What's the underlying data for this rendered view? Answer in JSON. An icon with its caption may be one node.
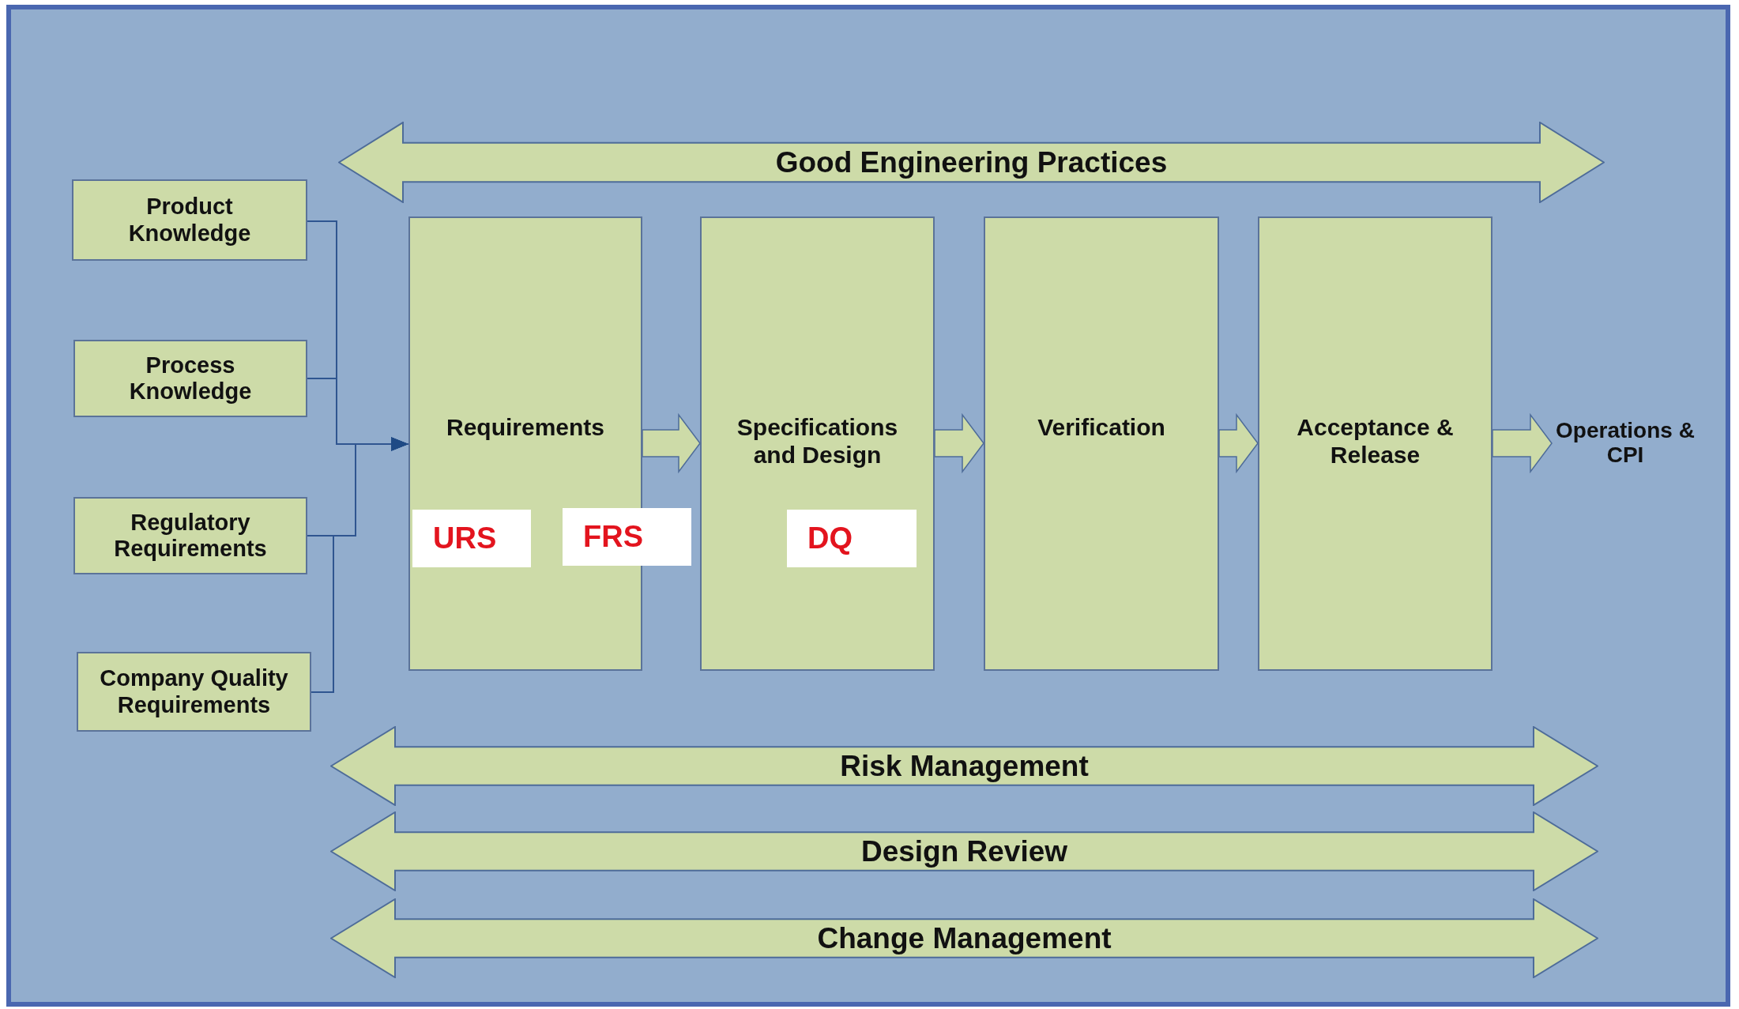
{
  "diagram": {
    "nodes": [
      {
        "text": [
          "Good Engineering Practices"
        ]
      },
      {
        "text": [
          "Product Knowledge"
        ]
      },
      {
        "text": [
          "Process Knowledge"
        ]
      },
      {
        "text": [
          "Regulatory Requirements"
        ]
      },
      {
        "text": [
          "Company Quality Requirements"
        ]
      },
      {
        "text": [
          "Requirements"
        ]
      },
      {
        "text": [
          "URS"
        ],
        "in": 5
      },
      {
        "text": [
          "FRS"
        ]
      },
      {
        "text": [
          "Specifications and Design"
        ]
      },
      {
        "text": [
          "DQ"
        ],
        "in": 8
      },
      {
        "text": [
          "Verification"
        ]
      },
      {
        "text": [
          "Acceptance & Release"
        ]
      },
      {
        "text": [
          "Operations & CPI"
        ]
      },
      {
        "text": [
          "Risk Management"
        ]
      },
      {
        "text": [
          "Design Review"
        ]
      },
      {
        "text": [
          "Change Management"
        ]
      }
    ],
    "edges": [
      {
        "from": 1,
        "to": 5,
        "arrow": "to"
      },
      {
        "from": 2,
        "to": 5,
        "arrow": "to"
      },
      {
        "from": 3,
        "to": 5,
        "arrow": "to"
      },
      {
        "from": 4,
        "to": 5,
        "arrow": "to"
      },
      {
        "from": 5,
        "to": 8,
        "arrow": "to",
        "style": "thick",
        "color": "#cddba8"
      },
      {
        "from": 8,
        "to": 10,
        "arrow": "to",
        "style": "thick",
        "color": "#cddba8"
      },
      {
        "from": 10,
        "to": 11,
        "arrow": "to",
        "style": "thick",
        "color": "#cddba8"
      },
      {
        "from": 11,
        "to": 12,
        "arrow": "to",
        "style": "thick",
        "color": "#cddba8"
      }
    ]
  }
}
